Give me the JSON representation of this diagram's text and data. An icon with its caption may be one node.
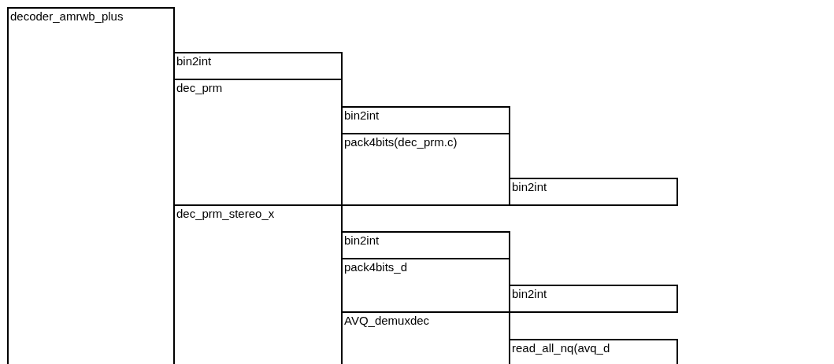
{
  "diagram": {
    "nodes": [
      {
        "text": [
          "decoder_amrwb_plus"
        ]
      },
      {
        "text": [
          "bin2int"
        ]
      },
      {
        "text": [
          "dec_prm"
        ]
      },
      {
        "text": [
          "bin2int"
        ]
      },
      {
        "text": [
          "pack4bits(dec_prm.c)"
        ]
      },
      {
        "text": [
          "bin2int"
        ]
      },
      {
        "text": [
          "dec_prm_stereo_x"
        ]
      },
      {
        "text": [
          "bin2int"
        ]
      },
      {
        "text": [
          "pack4bits_d"
        ]
      },
      {
        "text": [
          "bin2int"
        ]
      },
      {
        "text": [
          "AVQ_demuxdec"
        ]
      },
      {
        "text": [
          "read_all_nq(avq_d"
        ]
      }
    ]
  }
}
